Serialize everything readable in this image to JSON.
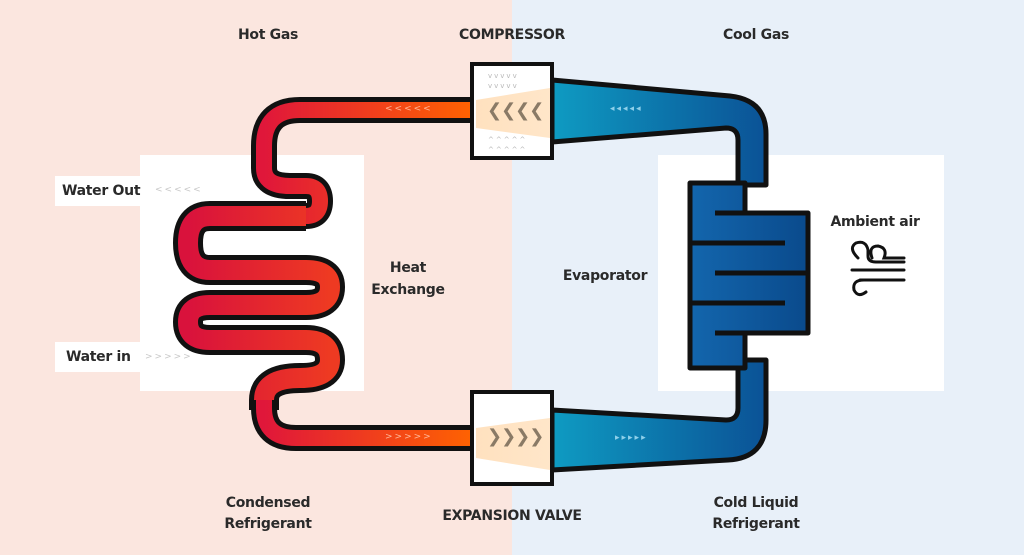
{
  "title": "Heat Pump Refrigeration Cycle",
  "zones": {
    "hot_side_color": "#fbe6df",
    "cold_side_color": "#e8f0f9"
  },
  "labels": {
    "hot_gas": "Hot Gas",
    "compressor": "COMPRESSOR",
    "cool_gas": "Cool Gas",
    "water_out": "Water Out",
    "water_in": "Water in",
    "heat_exchange_line1": "Heat",
    "heat_exchange_line2": "Exchange",
    "evaporator": "Evaporator",
    "ambient_air": "Ambient air",
    "condensed_line1": "Condensed",
    "condensed_line2": "Refrigerant",
    "expansion_valve": "EXPANSION VALVE",
    "cold_liquid_line1": "Cold Liquid",
    "cold_liquid_line2": "Refrigerant"
  },
  "flow_arrows": {
    "water_out": "<<<<<",
    "water_in": ">>>>>",
    "hot_gas_pipe": "<<<<<",
    "condensed_pipe": ">>>>>",
    "cool_gas_pipe": "◂◂◂◂◂",
    "cold_liquid_pipe": "▸▸▸▸▸",
    "compressor_chevrons": "❮❮❮❮",
    "expansion_chevrons": "❯❯❯❯"
  },
  "icons": {
    "wind": "wind-icon"
  },
  "colors": {
    "hot_pipe_start": "#e0173a",
    "hot_pipe_end": "#ff6a00",
    "cold_pipe_start": "#0d97bf",
    "cold_pipe_end": "#0b4f93",
    "component_fill": "#ffe2c2",
    "outline": "#111111"
  }
}
